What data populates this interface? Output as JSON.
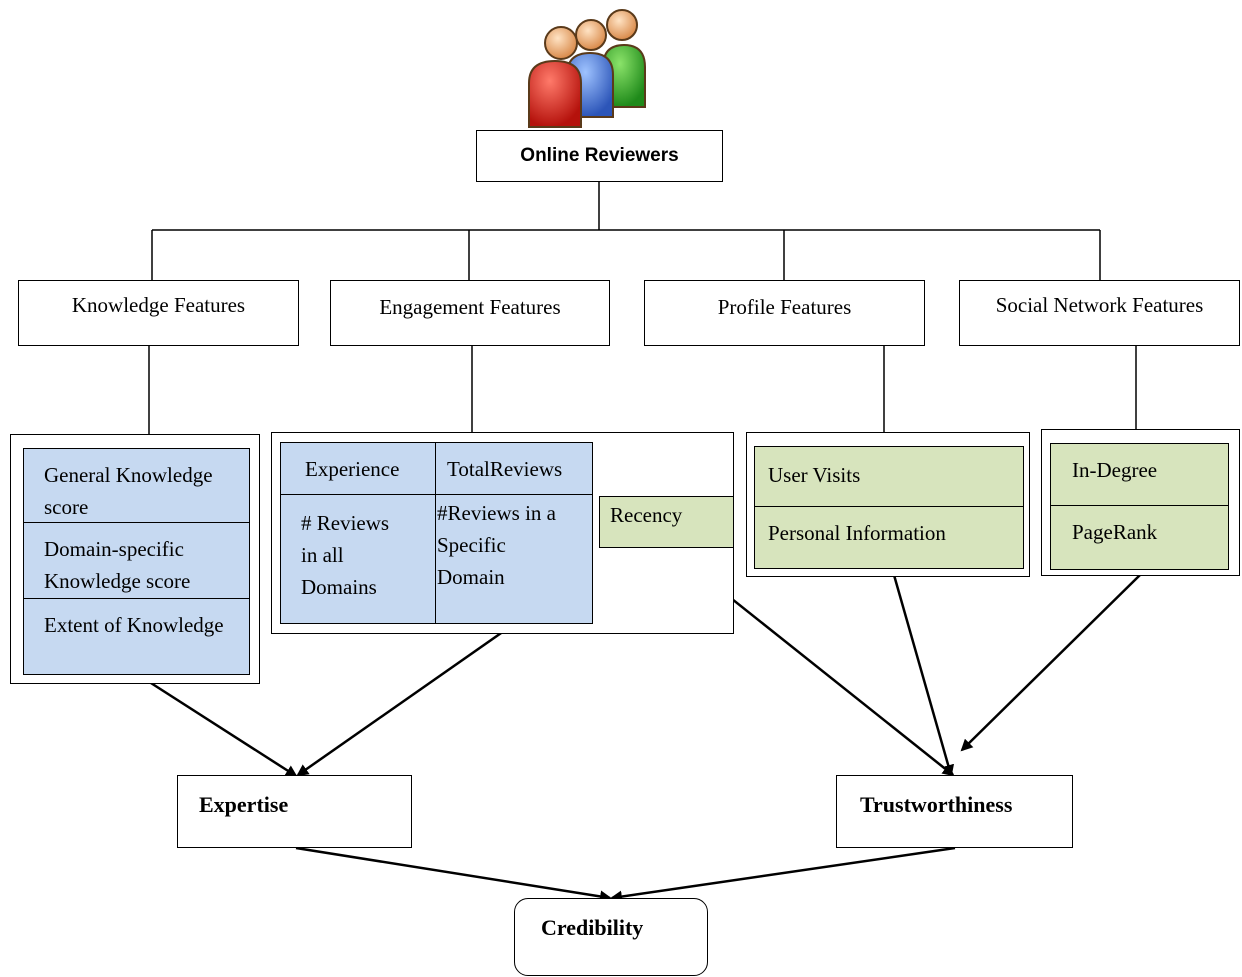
{
  "root": {
    "label": "Online Reviewers",
    "icon": "users-group-icon"
  },
  "categories": {
    "knowledge": "Knowledge Features",
    "engagement": "Engagement Features",
    "profile": "Profile Features",
    "social": "Social Network Features"
  },
  "knowledge_items": [
    "General Knowledge score",
    "Domain-specific Knowledge score",
    "Extent of Knowledge"
  ],
  "engagement_items": {
    "experience": "Experience",
    "total_reviews": "TotalReviews",
    "reviews_all": "# Reviews in all Domains",
    "reviews_specific": "#Reviews in a Specific Domain",
    "recency": "Recency"
  },
  "profile_items": [
    "User Visits",
    "Personal Information"
  ],
  "social_items": [
    "In-Degree",
    "PageRank"
  ],
  "outcomes": {
    "expertise": "Expertise",
    "trustworthiness": "Trustworthiness",
    "credibility": "Credibility"
  },
  "colors": {
    "blue_fill": "#c6d9f1",
    "green_fill": "#d7e4bd"
  }
}
